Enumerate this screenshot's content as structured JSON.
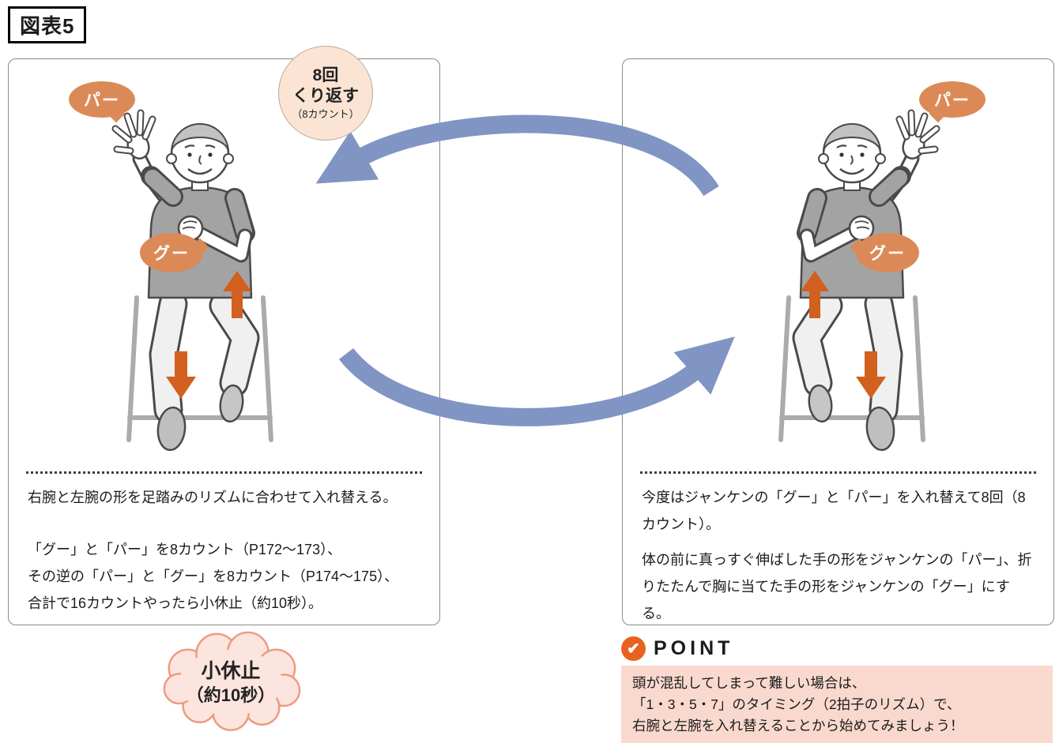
{
  "figure_label": "図表5",
  "repeat_bubble": {
    "line1": "8回",
    "line2": "くり返す",
    "line3": "（8カウント）"
  },
  "left_panel": {
    "bubble_paper": "パー",
    "bubble_rock": "グー",
    "description_1": "右腕と左腕の形を足踏みのリズムに合わせて入れ替える。",
    "description_2_lines": [
      "「グー」と「パー」を8カウント（P172～173）、",
      "その逆の「パー」と「グー」を8カウント（P174～175）、",
      "合計で16カウントやったら小休止（約10秒）。"
    ]
  },
  "right_panel": {
    "bubble_paper": "パー",
    "bubble_rock": "グー",
    "description_1": "今度はジャンケンの「グー」と「パー」を入れ替えて8回（8カウント）。",
    "description_2": "体の前に真っすぐ伸ばした手の形をジャンケンの「パー」、折りたたんで胸に当てた手の形をジャンケンの「グー」にする。"
  },
  "rest_cloud": {
    "line1": "小休止",
    "line2": "（約10秒）"
  },
  "point": {
    "title": "POINT",
    "lines": [
      "頭が混乱してしまって難しい場合は、",
      "「1・3・5・7」のタイミング（2拍子のリズム）で、",
      "右腕と左腕を入れ替えることから始めてみましょう！"
    ]
  },
  "icons": {
    "check": "✔"
  },
  "colors": {
    "speech_bubble_orange": "#DB8A57",
    "leg_arrow_orange": "#D2601E",
    "cycle_arrow_blue": "#8095C3",
    "repeat_bubble_peach": "#FBE4D3",
    "point_box_pink": "#F9D9CE",
    "cloud_pink": "#FCE5DE",
    "cloud_border": "#EC9B80",
    "check_circle_orange": "#E8611F"
  }
}
